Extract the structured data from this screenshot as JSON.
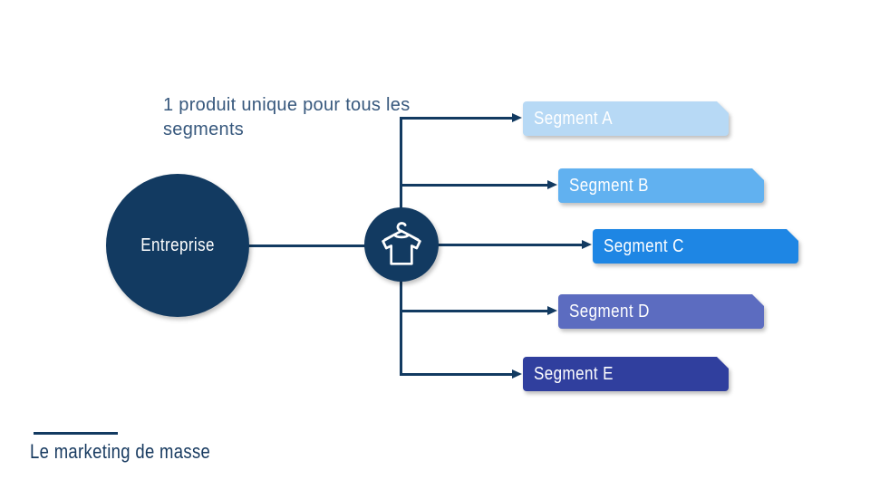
{
  "slide": {
    "annotation": "1 produit unique pour tous les segments",
    "center_node": {
      "label": "Entreprise"
    },
    "product_icon": "tshirt-on-hanger-icon",
    "segments": [
      {
        "label": "Segment A",
        "color": "#B7D9F5"
      },
      {
        "label": "Segment B",
        "color": "#61B1F0"
      },
      {
        "label": "Segment C",
        "color": "#1E86E4"
      },
      {
        "label": "Segment D",
        "color": "#5C6CC0"
      },
      {
        "label": "Segment E",
        "color": "#303F9E"
      }
    ],
    "title": "Le marketing de masse",
    "colors": {
      "navy": "#123A61",
      "annotation_text": "#37587D",
      "title_text": "#16395F",
      "segment_label_text": "#FFFFFF"
    }
  }
}
